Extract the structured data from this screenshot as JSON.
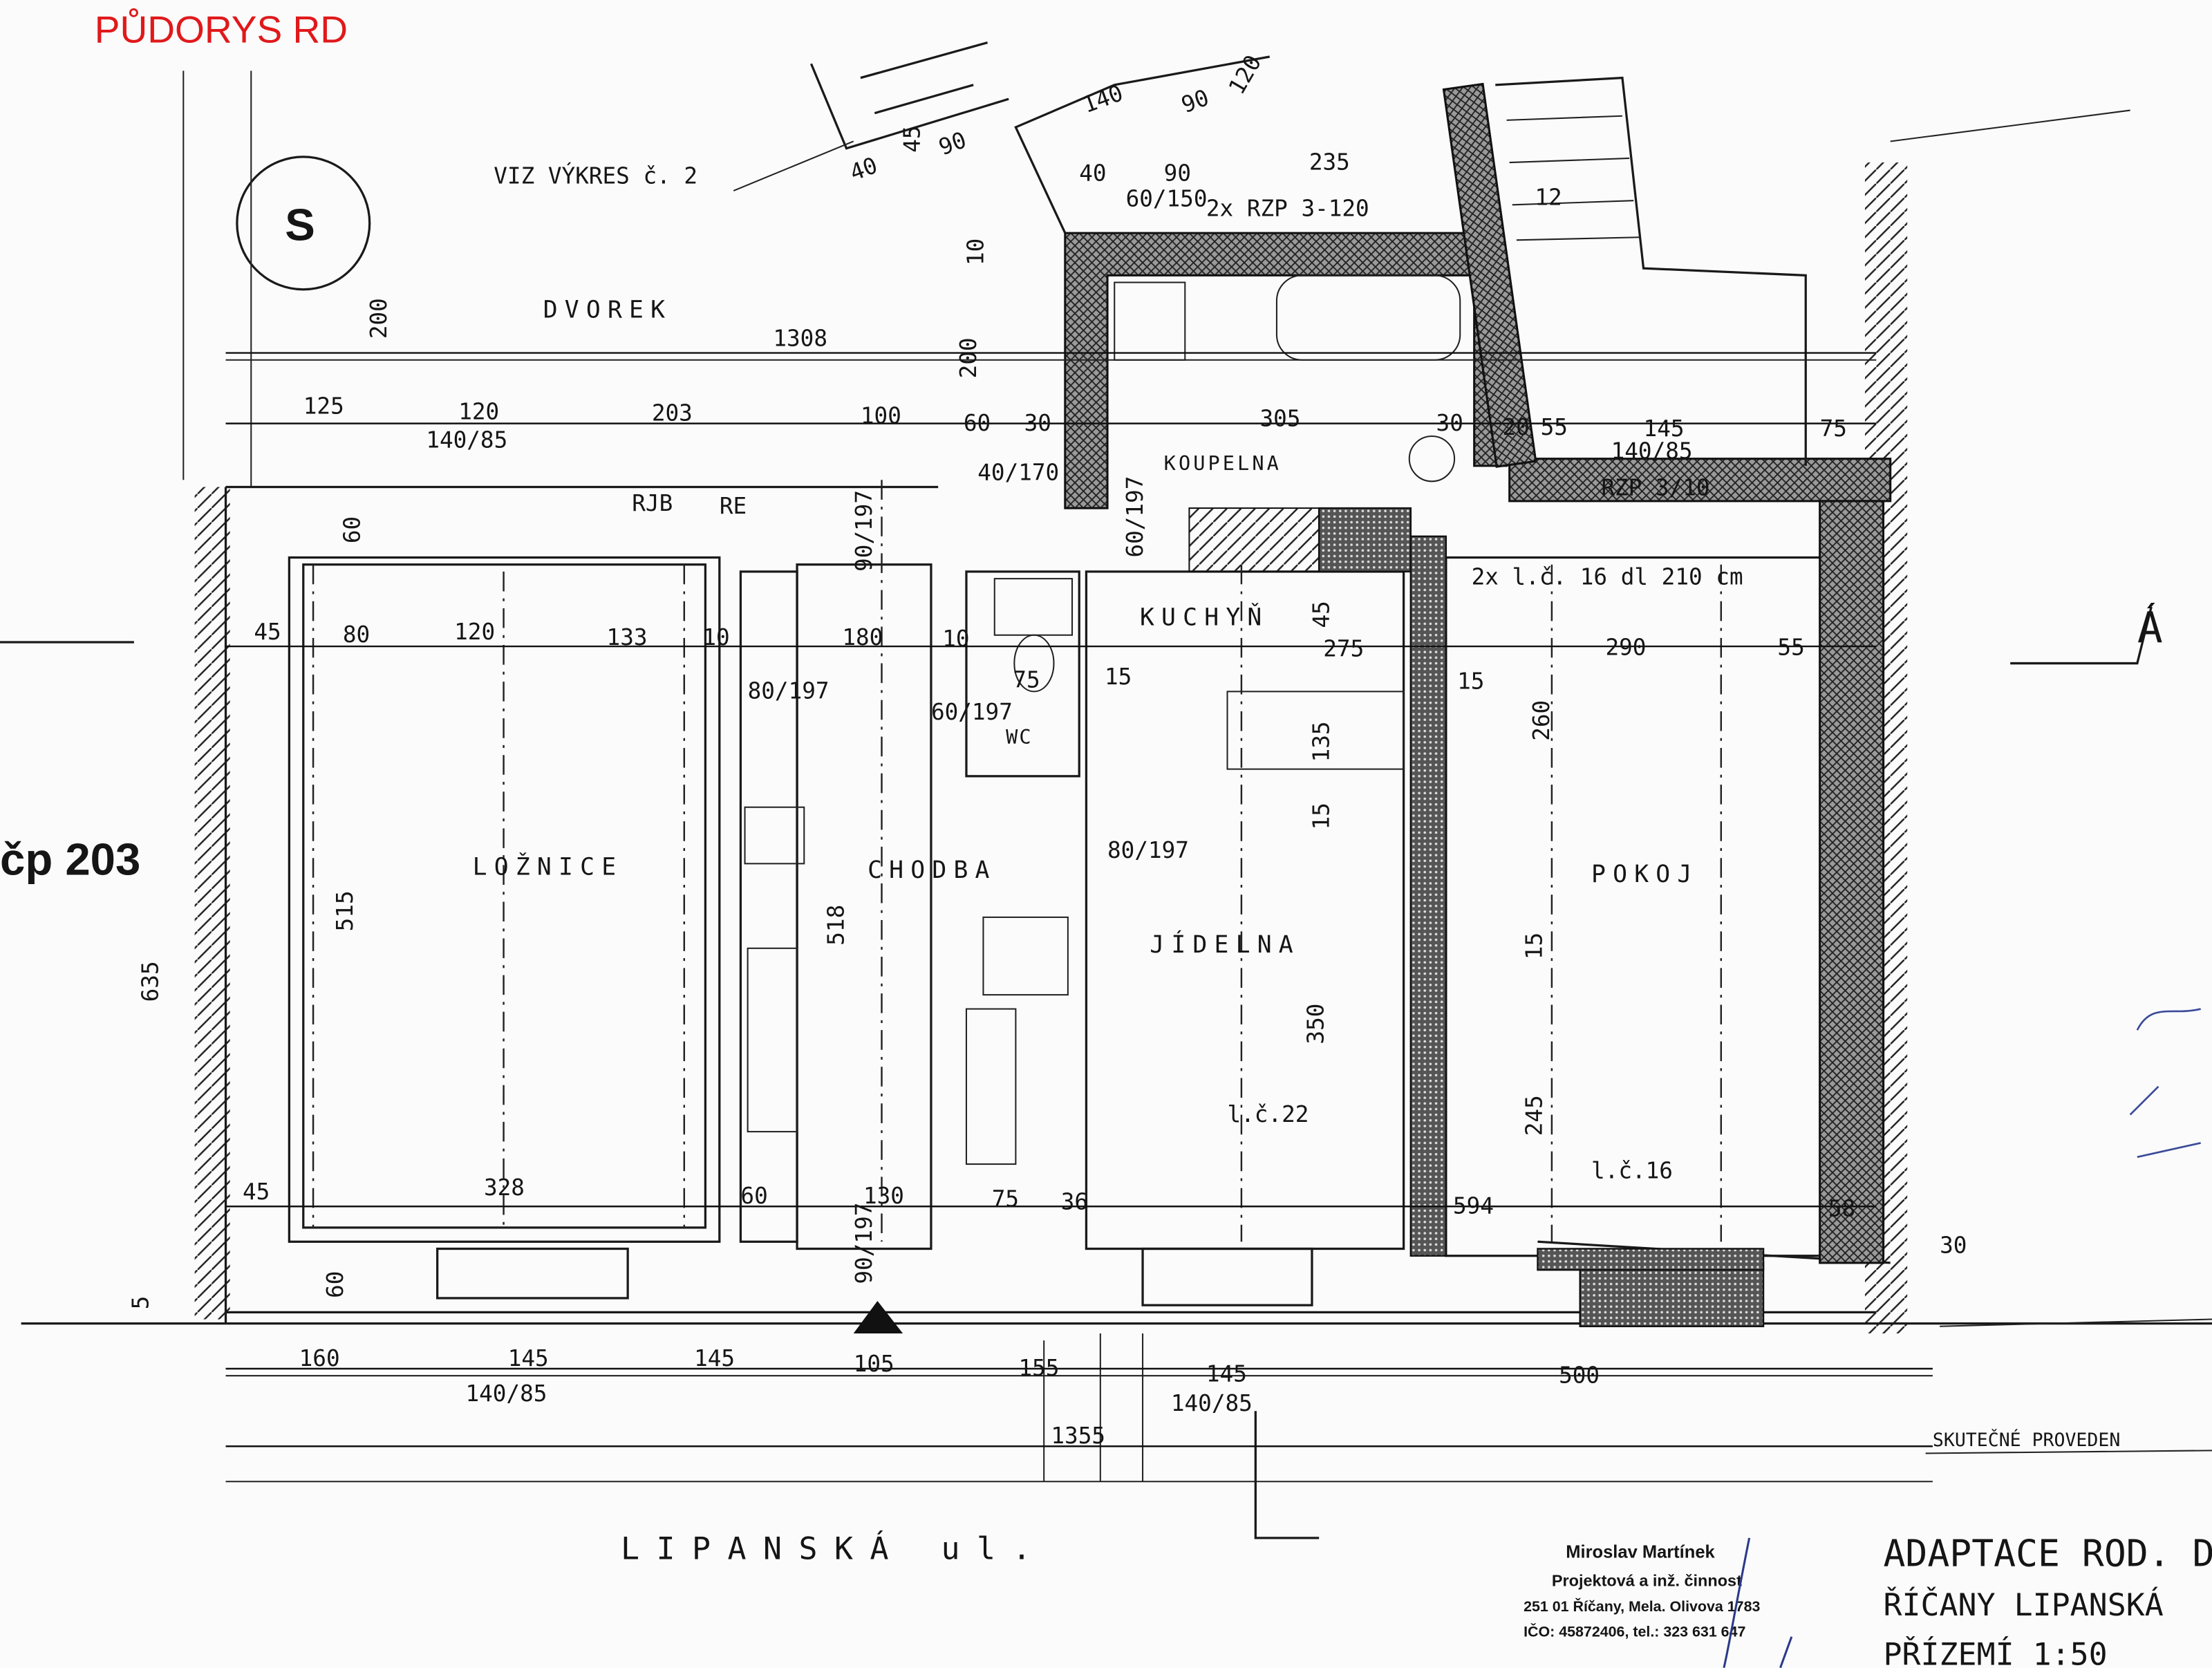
{
  "title": "PŮDORYS RD",
  "north_symbol": "S",
  "neighbor": "čp 203",
  "street": "LIPANSKÁ ul.",
  "rooms": {
    "dvorek": "DVOREK",
    "loznice": "LOŽNICE",
    "chodba": "CHODBA",
    "kuchyn": "KUCHYŇ",
    "koupelna": "KOUPELNA",
    "jidelna": "JÍDELNA",
    "pokoj": "POKOJ",
    "wc": "WC"
  },
  "notes": {
    "viz": "VIZ VÝKRES č. 2",
    "rzp_top": "2x RZP 3-120",
    "rzp_right": "RZP 3/10",
    "lintel": "2x l.č. 16 dl 210 cm",
    "lc22": "l.č.22",
    "lc16": "l.č.16",
    "rjb": "RJB",
    "re": "RE",
    "skutecne": "SKUTEČNÉ PROVEDEN",
    "section_a": "Á"
  },
  "dimensions": {
    "top": [
      "1308",
      "125",
      "120",
      "140/85",
      "203",
      "100",
      "60",
      "30",
      "40/170",
      "305",
      "30",
      "20",
      "55",
      "145",
      "140/85",
      "75",
      "235",
      "200",
      "200",
      "10",
      "12",
      "40",
      "45",
      "90",
      "140",
      "90",
      "120",
      "40",
      "90",
      "60/150"
    ],
    "interior": [
      "60",
      "45",
      "80",
      "120",
      "133",
      "10",
      "80/197",
      "90/197",
      "180",
      "10",
      "60/197",
      "75",
      "15",
      "45",
      "275",
      "15",
      "290",
      "55",
      "260",
      "15",
      "245",
      "350",
      "15",
      "135",
      "60/197",
      "80/197",
      "518",
      "515",
      "635",
      "5",
      "60",
      "45",
      "328",
      "60",
      "130",
      "75",
      "36",
      "594",
      "58",
      "30",
      "90/197"
    ],
    "bottom": [
      "160",
      "145",
      "140/85",
      "145",
      "105",
      "155",
      "145",
      "140/85",
      "1355",
      "500"
    ]
  },
  "stamp": {
    "name": "Miroslav Martínek",
    "line1": "Projektová a inž. činnost",
    "line2": "251 01 Říčany, Mela. Olivova 1783",
    "line3": "IČO: 45872406, tel.: 323 631 647"
  },
  "title_block": {
    "project": "ADAPTACE ROD. D",
    "location": "ŘÍČANY LIPANSKÁ",
    "sheet": "PŘÍZEMÍ 1:50"
  }
}
